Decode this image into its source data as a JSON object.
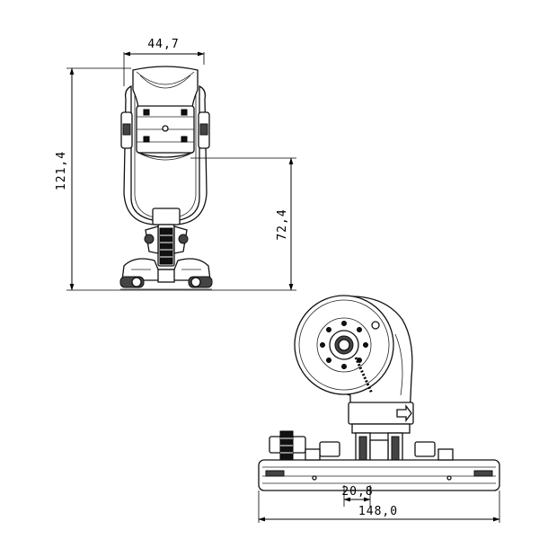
{
  "dimensions": {
    "top_width": "44,7",
    "total_height": "121,4",
    "axis_height": "72,4",
    "slot_width": "20,8",
    "base_length": "148,0"
  },
  "colors": {
    "line": "#000000",
    "fill": "#ffffff",
    "shade": "#444444"
  }
}
